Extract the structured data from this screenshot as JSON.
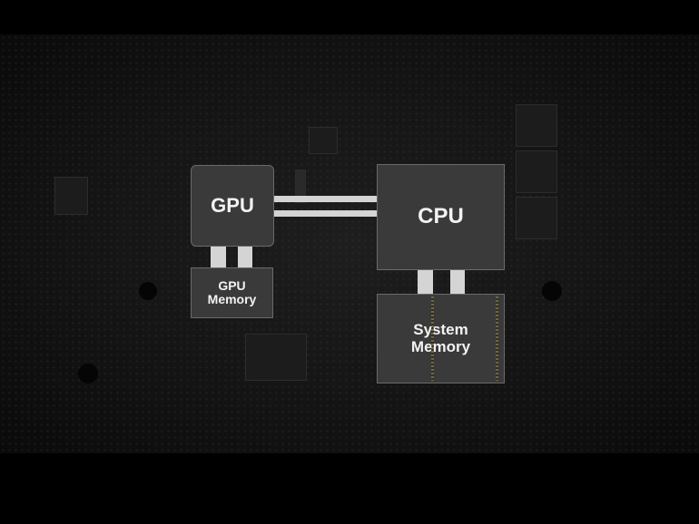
{
  "diagram": {
    "gpu_label": "GPU",
    "gpu_memory_label": "GPU Memory",
    "cpu_label": "CPU",
    "system_memory_label": "System Memory",
    "colors": {
      "box": "#3a3a3a",
      "border": "#6a6a6a",
      "connector": "#d4d4d4",
      "background": "#141414"
    }
  }
}
